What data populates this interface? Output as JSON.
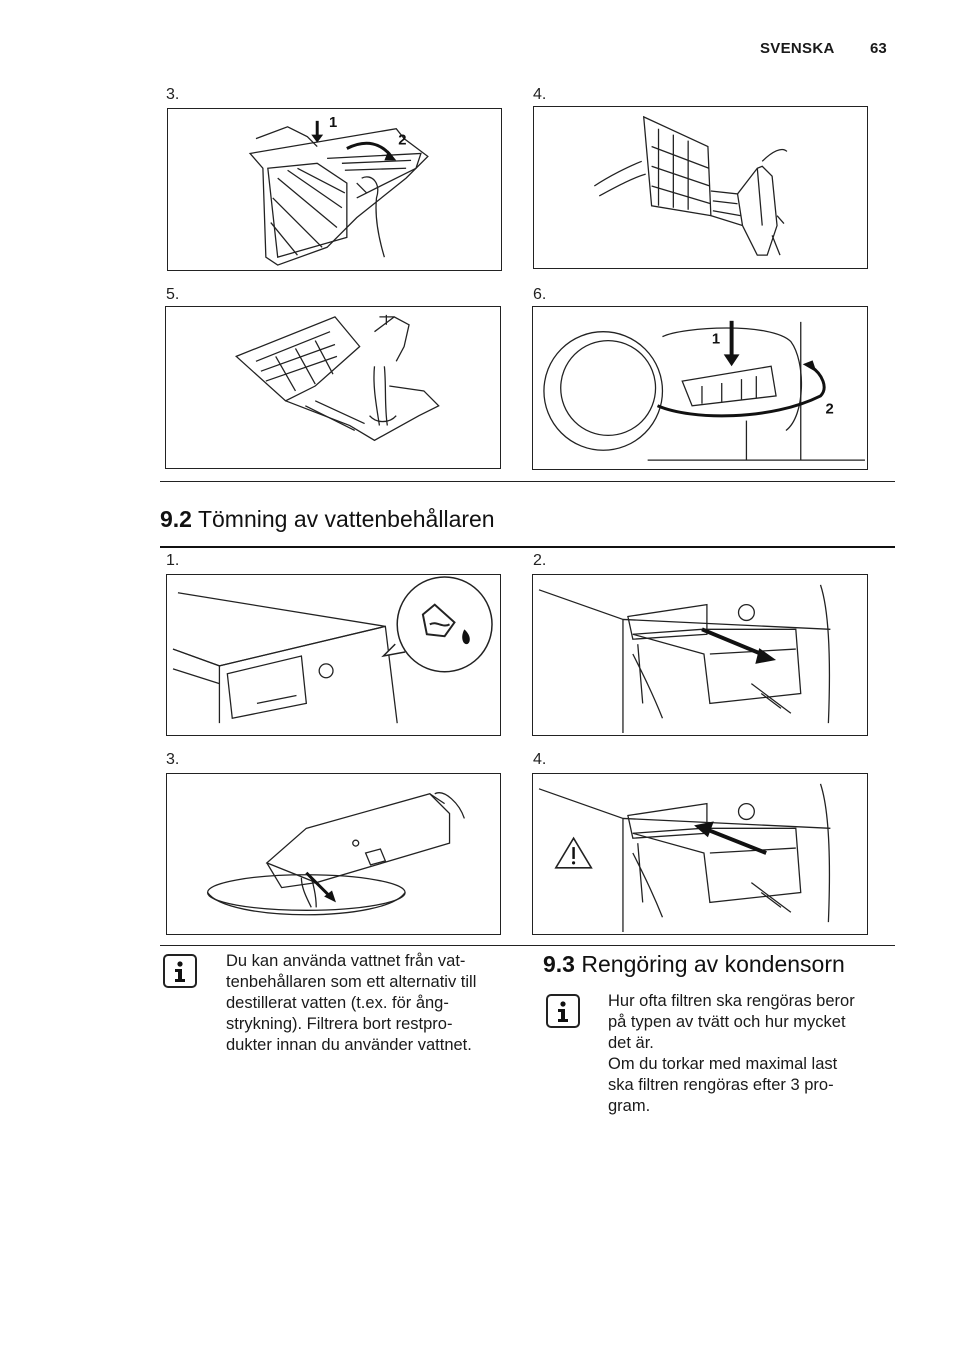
{
  "header": {
    "language": "SVENSKA",
    "page_number": "63"
  },
  "top_steps": [
    {
      "label": "3.",
      "callouts": [
        "1",
        "2"
      ],
      "illustration": "filter-open-illustration"
    },
    {
      "label": "4.",
      "callouts": [],
      "illustration": "filter-unfolded-illustration"
    },
    {
      "label": "5.",
      "callouts": [],
      "illustration": "filter-rinse-under-tap-illustration"
    },
    {
      "label": "6.",
      "callouts": [
        "1",
        "2"
      ],
      "illustration": "filter-reinsert-door-illustration"
    }
  ],
  "section_92": {
    "number": "9.2",
    "title": "Tömning av vattenbehållaren",
    "steps": [
      {
        "label": "1.",
        "illustration": "dryer-water-container-indicator-illustration"
      },
      {
        "label": "2.",
        "illustration": "pull-out-water-container-illustration"
      },
      {
        "label": "3.",
        "illustration": "empty-container-into-bowl-illustration"
      },
      {
        "label": "4.",
        "illustration": "push-in-water-container-illustration"
      }
    ]
  },
  "info_92": {
    "icon": "info-icon",
    "text": "Du kan använda vattnet från vat-tenbehållaren som ett alternativ till destillerat vatten (t.ex. för ång-strykning). Filtrera bort restpro-dukter innan du använder vattnet.",
    "lines": [
      "Du kan använda vattnet från vat-",
      "tenbehållaren som ett alternativ till",
      "destillerat vatten (t.ex. för ång-",
      "strykning). Filtrera bort restpro-",
      "dukter innan du använder vattnet."
    ]
  },
  "section_93": {
    "number": "9.3",
    "title": "Rengöring av kondensorn",
    "info": {
      "icon": "info-icon",
      "lines": [
        "Hur ofta filtren ska rengöras beror",
        "på typen av tvätt och hur mycket",
        "det är.",
        "Om du torkar med maximal last",
        "ska filtren rengöras efter 3 pro-",
        "gram."
      ]
    }
  }
}
